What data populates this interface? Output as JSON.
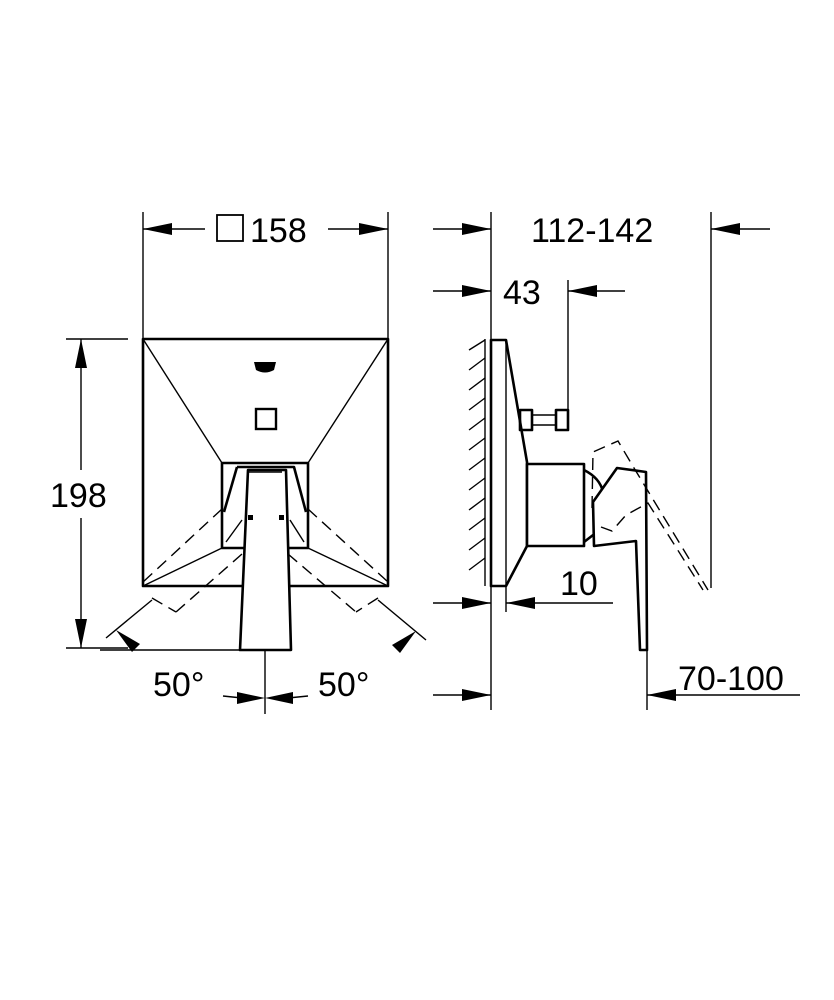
{
  "drawing": {
    "type": "technical dimension drawing",
    "subject": "concealed shower mixer trim with lever handle",
    "colors": {
      "line": "#000000",
      "background": "#ffffff"
    }
  },
  "front_view": {
    "width_label": "158",
    "width_symbol": "square-icon",
    "height_label": "198",
    "angle_left_label": "50°",
    "angle_right_label": "50°"
  },
  "side_view": {
    "depth_total_label": "112-142",
    "depth_valve_label": "43",
    "plate_thickness_label": "10",
    "wall_offset_label": "70-100"
  }
}
